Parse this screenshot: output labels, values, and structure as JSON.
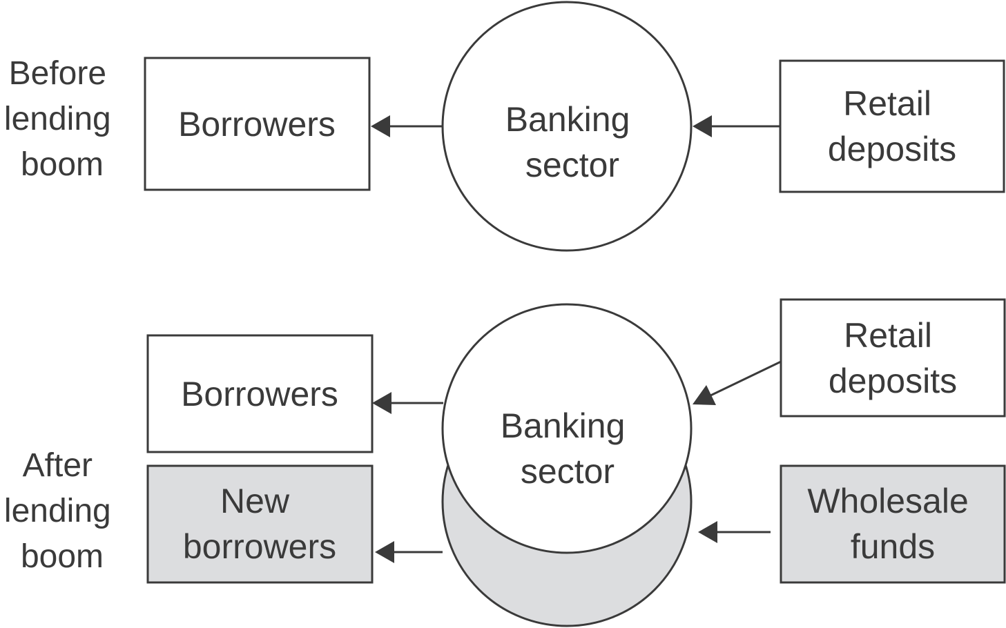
{
  "colors": {
    "ink": "#3a3a3a",
    "shade": "#dcdddf",
    "background": "#ffffff"
  },
  "before": {
    "label": [
      "Before",
      "lending",
      "boom"
    ],
    "borrowers": [
      "Borrowers"
    ],
    "banking_sector": [
      "Banking",
      "sector"
    ],
    "retail_deposits": [
      "Retail",
      "deposits"
    ]
  },
  "after": {
    "label": [
      "After",
      "lending",
      "boom"
    ],
    "borrowers": [
      "Borrowers"
    ],
    "new_borrowers": [
      "New",
      "borrowers"
    ],
    "banking_sector": [
      "Banking",
      "sector"
    ],
    "retail_deposits": [
      "Retail",
      "deposits"
    ],
    "wholesale_funds": [
      "Wholesale",
      "funds"
    ]
  }
}
